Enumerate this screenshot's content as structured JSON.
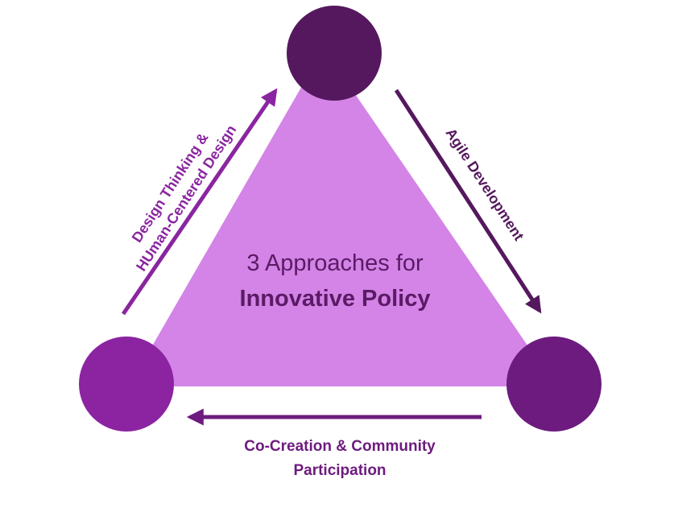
{
  "center": {
    "line1": "3 Approaches for",
    "line2": "Innovative Policy"
  },
  "edges": {
    "left": {
      "line1": "Design Thinking &",
      "line2": "HUman-Centered Design"
    },
    "right": {
      "line1": "Agile Development"
    },
    "bottom": {
      "line1": "Co-Creation & Community",
      "line2": "Participation"
    }
  },
  "colors": {
    "triangle": "#d384e6",
    "node_top": "#55185e",
    "node_left": "#8c24a2",
    "node_right": "#6d1b7e",
    "arrow_left": "#8a25a0",
    "arrow_right": "#55185e",
    "arrow_bottom": "#6d1b7e",
    "label_left": "#8a25a0",
    "label_right": "#55185e",
    "label_bottom": "#6d1b7e",
    "center_text": "#5b1a66"
  }
}
